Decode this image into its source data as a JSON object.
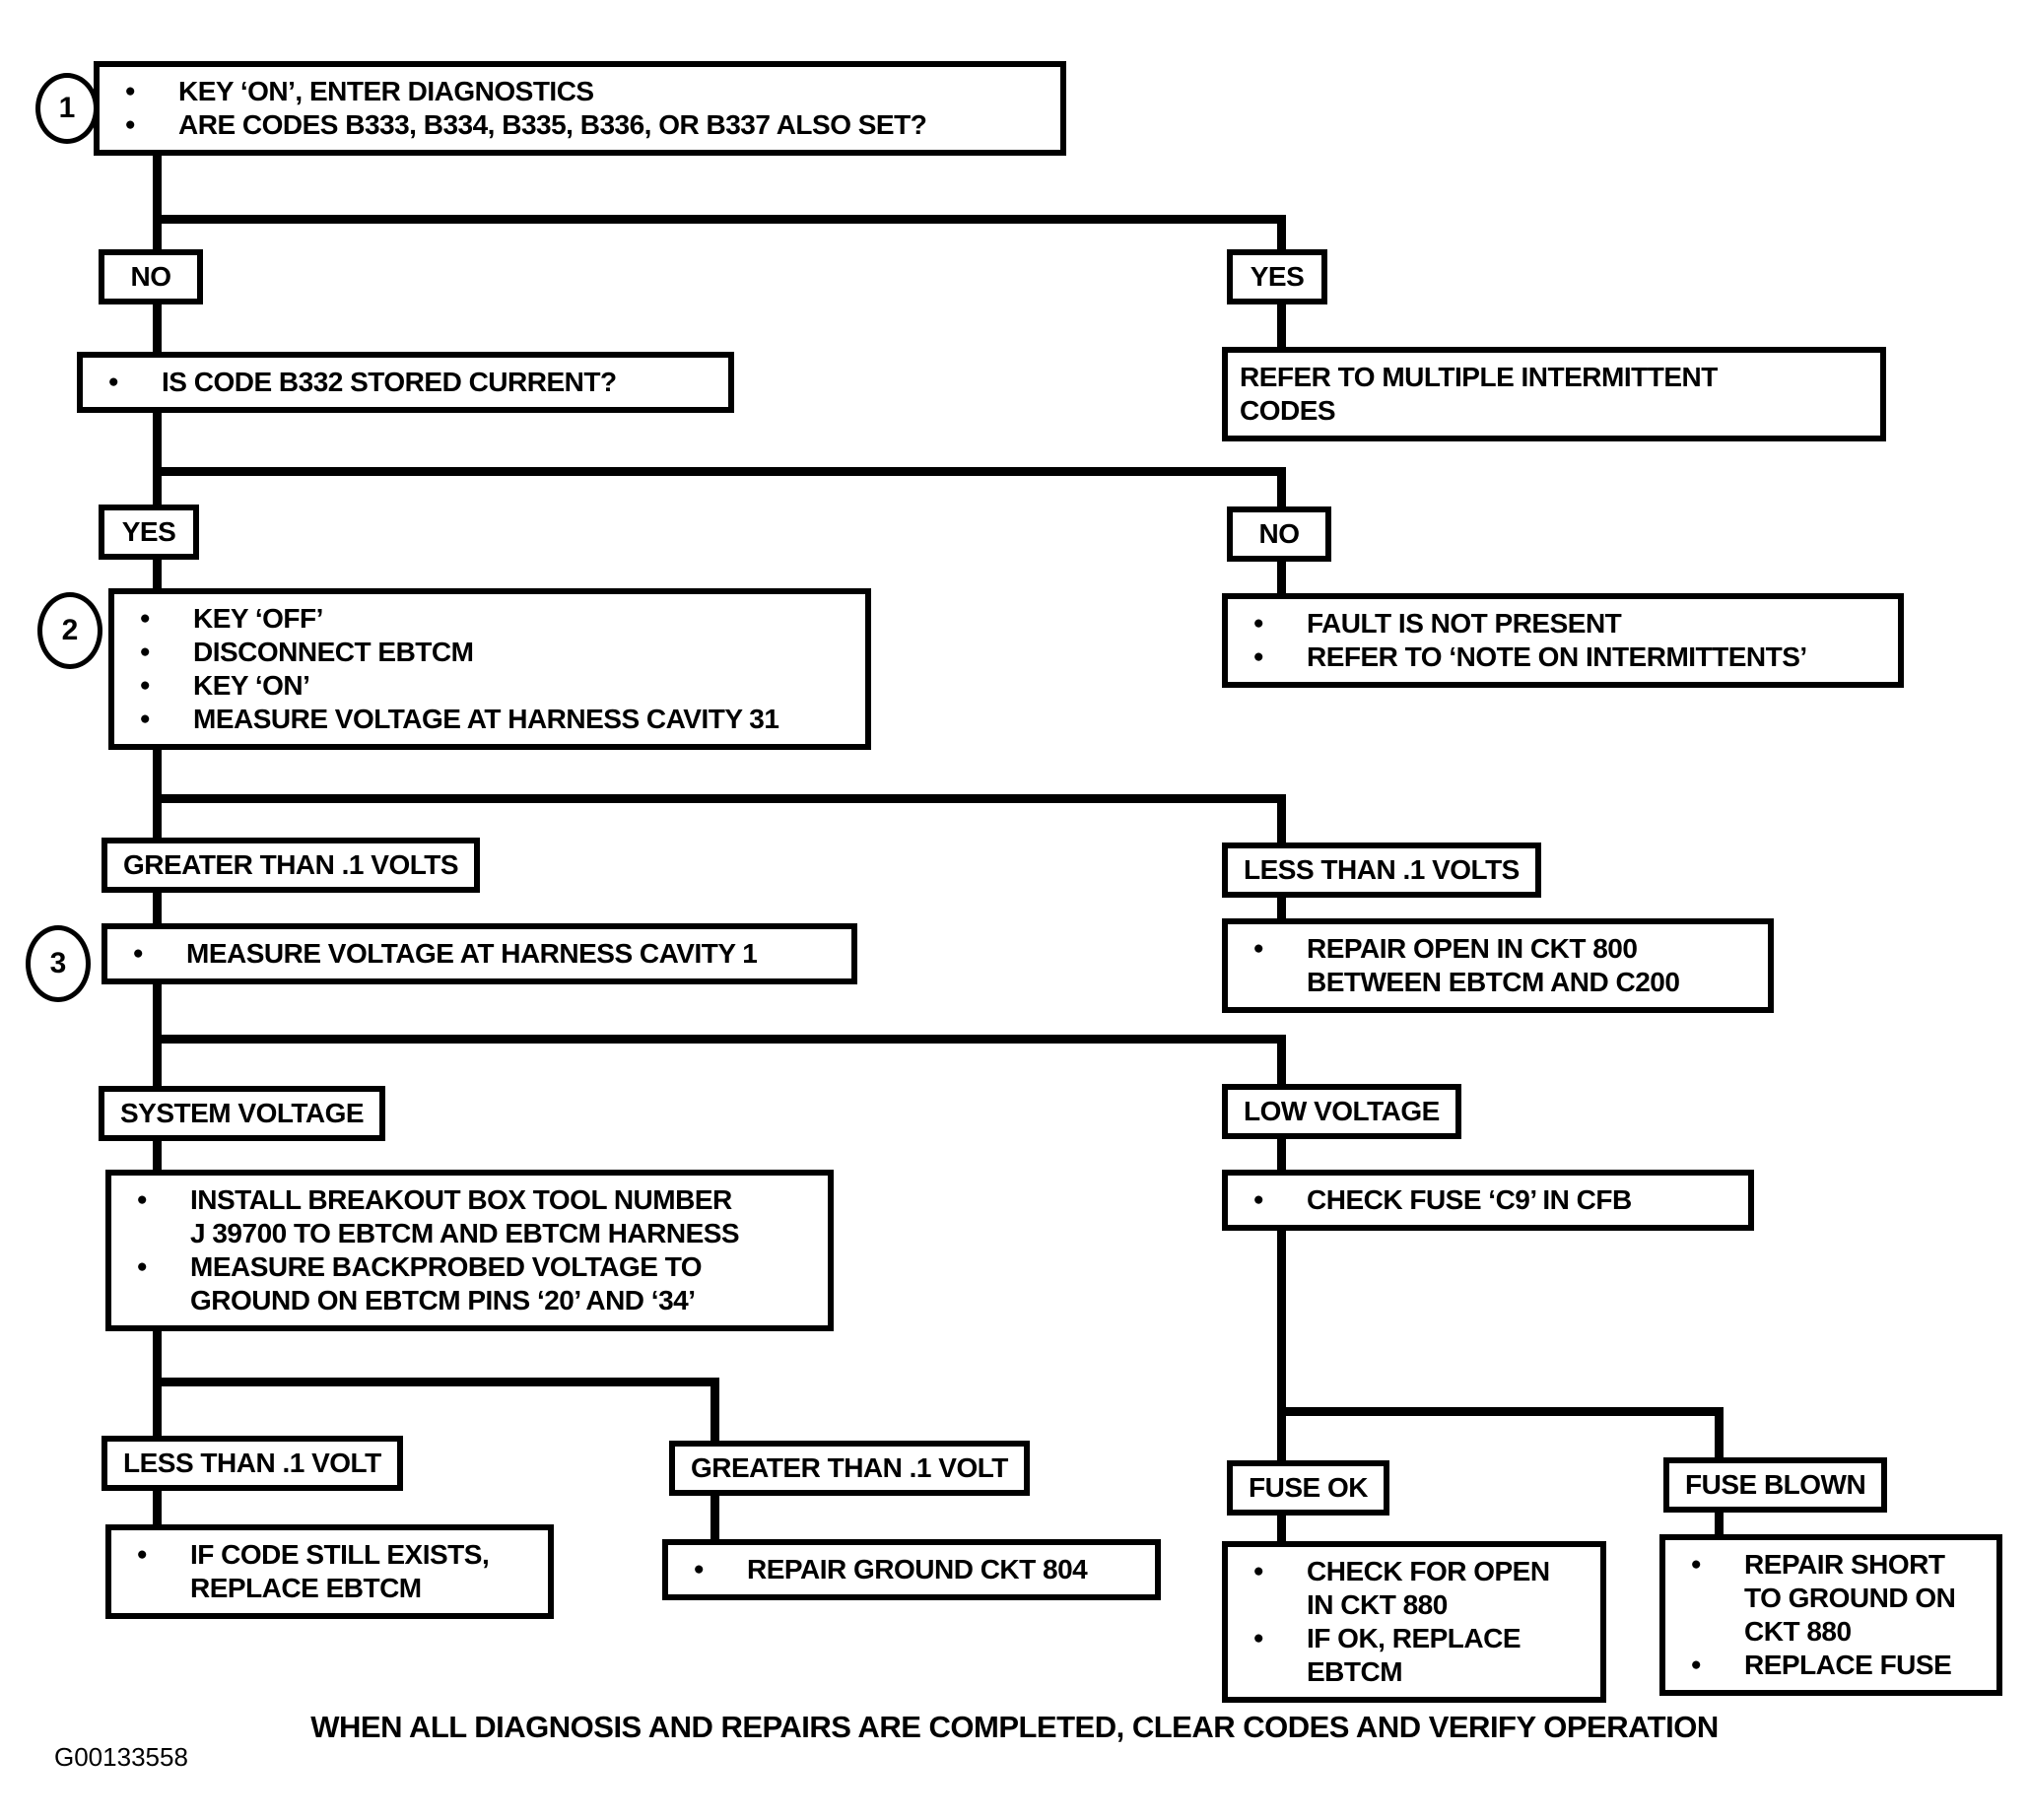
{
  "colors": {
    "ink": "#000000",
    "paper": "#ffffff"
  },
  "figure_id": "G00133558",
  "footer": {
    "text": "WHEN ALL DIAGNOSIS AND REPAIRS ARE COMPLETED, CLEAR CODES AND VERIFY OPERATION"
  },
  "nodes": {
    "step1": {
      "number": "1",
      "bullets": [
        "KEY ‘ON’, ENTER DIAGNOSTICS",
        "ARE CODES B333, B334, B335, B336, OR B337 ALSO SET?"
      ]
    },
    "no1": {
      "label": "NO"
    },
    "yes1": {
      "label": "YES"
    },
    "ask_b332": {
      "bullets": [
        "IS CODE B332 STORED CURRENT?"
      ]
    },
    "refer_multi": {
      "text": "REFER TO MULTIPLE INTERMITTENT\nCODES"
    },
    "yes2": {
      "label": "YES"
    },
    "no2": {
      "label": "NO"
    },
    "step2": {
      "number": "2",
      "bullets": [
        "KEY ‘OFF’",
        "DISCONNECT EBTCM",
        "KEY ‘ON’",
        "MEASURE VOLTAGE AT HARNESS CAVITY 31"
      ]
    },
    "fault_not_present": {
      "bullets": [
        "FAULT IS NOT PRESENT",
        "REFER TO ‘NOTE ON INTERMITTENTS’"
      ]
    },
    "gt_1_volts": {
      "label": "GREATER THAN .1 VOLTS"
    },
    "lt_1_volts": {
      "label": "LESS THAN .1 VOLTS"
    },
    "step3": {
      "number": "3",
      "bullets": [
        "MEASURE VOLTAGE AT HARNESS CAVITY 1"
      ]
    },
    "repair_ckt800": {
      "bullets": [
        "REPAIR OPEN IN CKT 800\nBETWEEN EBTCM AND C200"
      ]
    },
    "system_voltage": {
      "label": "SYSTEM VOLTAGE"
    },
    "low_voltage": {
      "label": "LOW VOLTAGE"
    },
    "breakout": {
      "bullets": [
        "INSTALL BREAKOUT BOX TOOL NUMBER\nJ 39700 TO EBTCM AND EBTCM HARNESS",
        "MEASURE BACKPROBED VOLTAGE TO\nGROUND ON EBTCM PINS ‘20’ AND ‘34’"
      ]
    },
    "check_fuse": {
      "bullets": [
        "CHECK FUSE ‘C9’ IN CFB"
      ]
    },
    "lt_1_volt": {
      "label": "LESS THAN .1 VOLT"
    },
    "gt_1_volt": {
      "label": "GREATER THAN .1 VOLT"
    },
    "fuse_ok": {
      "label": "FUSE OK"
    },
    "fuse_blown": {
      "label": "FUSE BLOWN"
    },
    "replace_ebtcm": {
      "bullets": [
        "IF CODE STILL EXISTS,\nREPLACE EBTCM"
      ]
    },
    "repair_ckt804": {
      "bullets": [
        "REPAIR GROUND CKT 804"
      ]
    },
    "check_open": {
      "bullets": [
        "CHECK FOR OPEN\nIN CKT 880",
        "IF OK, REPLACE\nEBTCM"
      ]
    },
    "repair_short": {
      "bullets": [
        "REPAIR SHORT\nTO GROUND ON\nCKT 880",
        "REPLACE FUSE"
      ]
    }
  }
}
